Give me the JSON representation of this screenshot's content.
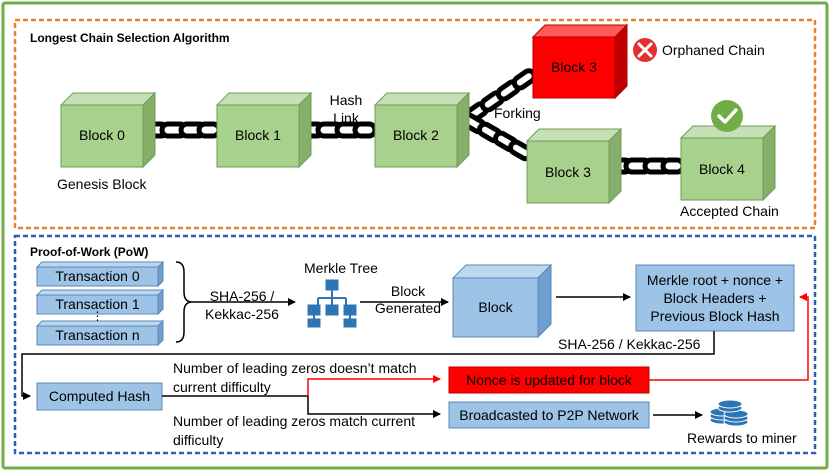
{
  "section1": {
    "title": "Longest Chain Selection Algorithm",
    "blocks": [
      "Block 0",
      "Block 1",
      "Block 2",
      "Block 3",
      "Block 3",
      "Block 4"
    ],
    "genesis_label": "Genesis Block",
    "hash_link_label": "Hash\nLink",
    "forking_label": "Forking",
    "orphaned_label": "Orphaned Chain",
    "accepted_label": "Accepted Chain"
  },
  "section2": {
    "title": "Proof-of-Work (PoW)",
    "transactions": [
      "Transaction 0",
      "Transaction 1",
      "Transaction n"
    ],
    "ellipsis": "⋮",
    "sha_label_1": "SHA-256 /\nKekkac-256",
    "merkle_tree_label": "Merkle Tree",
    "block_generated_label": "Block\nGenerated",
    "block_label": "Block",
    "merkle_root_box": "Merkle root + nonce +\nBlock Headers +\nPrevious Block Hash",
    "sha_label_2": "SHA-256 / Kekkac-256",
    "computed_hash": "Computed Hash",
    "mismatch_label": "Number of leading zeros doesn’t match\ncurrent difficulty",
    "match_label": "Number of leading zeros match current\ndifficulty",
    "nonce_box": "Nonce is updated for block",
    "broadcast_box": "Broadcasted to P2P Network",
    "rewards_label": "Rewards to miner"
  },
  "colors": {
    "orange_border": "#e97f2b",
    "green_border": "#70ad47",
    "blue_border": "#2f5fb3",
    "cube_green": "#a9d18e",
    "cube_red": "#ff0000",
    "box_blue": "#9dc3e6",
    "nonce_red": "#ff0000"
  }
}
